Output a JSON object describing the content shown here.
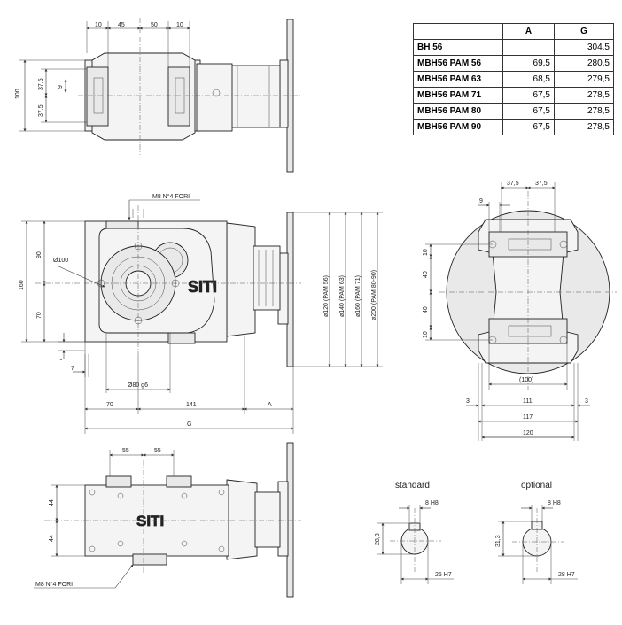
{
  "table": {
    "headers": [
      "",
      "A",
      "G"
    ],
    "rows": [
      {
        "model": "BH 56",
        "A": "",
        "G": "304,5"
      },
      {
        "model": "MBH56 PAM 56",
        "A": "69,5",
        "G": "280,5"
      },
      {
        "model": "MBH56 PAM 63",
        "A": "68,5",
        "G": "279,5"
      },
      {
        "model": "MBH56 PAM 71",
        "A": "67,5",
        "G": "278,5"
      },
      {
        "model": "MBH56 PAM 80",
        "A": "67,5",
        "G": "278,5"
      },
      {
        "model": "MBH56 PAM 90",
        "A": "67,5",
        "G": "278,5"
      }
    ]
  },
  "top_view": {
    "dims": {
      "d10a": "10",
      "d45": "45",
      "d50": "50",
      "d10b": "10",
      "d100": "100",
      "d37a": "37,5",
      "d9": "9",
      "d37b": "37,5"
    }
  },
  "front_view": {
    "note_holes": "M8 N°4 FORI",
    "logo": "SITI",
    "dims": {
      "d160": "160",
      "d90": "90",
      "d70": "70",
      "d7a": "7",
      "d7b": "7",
      "dia100": "Ø100",
      "dia80": "Ø80 g6",
      "d70b": "70",
      "d141": "141",
      "dA": "A",
      "dG": "G"
    },
    "flange_dims": [
      "ø120 (PAM 56)",
      "ø140 (PAM 63)",
      "ø160 (PAM 71)",
      "ø200 (PAM 80-90)"
    ]
  },
  "side_view": {
    "dims": {
      "d37a": "37,5",
      "d37b": "37,5",
      "d9": "9",
      "d10a": "10",
      "d40a": "40",
      "d40b": "40",
      "d10b": "10",
      "d100": "(100)",
      "d3a": "3",
      "d111": "111",
      "d3b": "3",
      "d117": "117",
      "d120": "120"
    }
  },
  "bottom_view": {
    "note_holes": "M8 N°4 FORI",
    "logo": "SITI",
    "dims": {
      "d55a": "55",
      "d55b": "55",
      "d44a": "44",
      "d44b": "44"
    }
  },
  "keyway": {
    "standard": {
      "title": "standard",
      "key": "8 H8",
      "height": "28,3",
      "bore": "25 H7"
    },
    "optional": {
      "title": "optional",
      "key": "8 H8",
      "height": "31,3",
      "bore": "28 H7"
    }
  }
}
